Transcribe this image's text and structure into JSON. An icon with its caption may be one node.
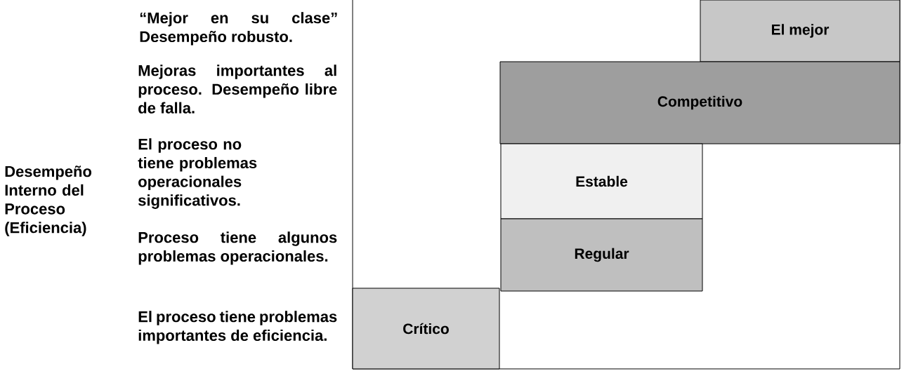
{
  "diagram": {
    "nodes": [
      {
        "text": [
          "El mejor"
        ]
      },
      {
        "text": [
          "Competitivo"
        ]
      },
      {
        "text": [
          "Estable"
        ]
      },
      {
        "text": [
          "Regular"
        ]
      },
      {
        "text": [
          "Crítico"
        ]
      }
    ],
    "labels": [
      "“Mejor en su clase” Desempeño robusto.",
      "Mejoras importantes al proceso. Desempeño libre de falla.",
      "Desempeño Interno del Proceso (Eficiencia)",
      "El proceso no tiene problemas operacionales significativos.",
      "Proceso tiene algunos problemas operacionales.",
      "El proceso tiene problemas importantes de eficiencia."
    ]
  }
}
